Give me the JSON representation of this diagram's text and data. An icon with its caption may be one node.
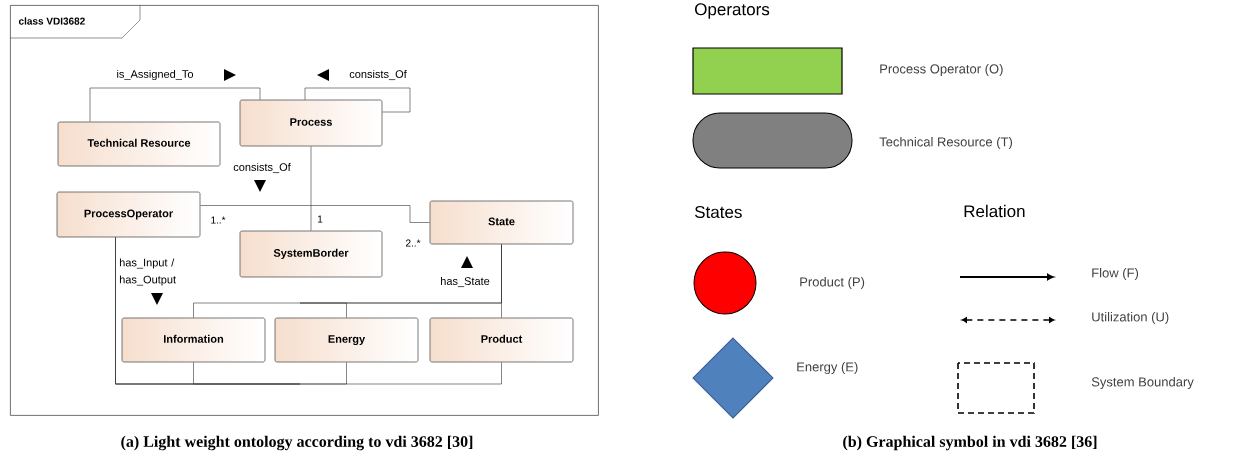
{
  "diagram": {
    "nodes": [
      {
        "text": [
          "class VDI3682"
        ]
      },
      {
        "text": [
          "Process"
        ],
        "in": 0
      },
      {
        "text": [
          "Technical Resource"
        ],
        "in": 0
      },
      {
        "text": [
          "ProcessOperator"
        ],
        "in": 0
      },
      {
        "text": [
          "State"
        ],
        "in": 0
      },
      {
        "text": [
          "SystemBorder"
        ],
        "in": 0
      },
      {
        "text": [
          "Information"
        ],
        "in": 0
      },
      {
        "text": [
          "Energy"
        ],
        "in": 0
      },
      {
        "text": [
          "Product"
        ],
        "in": 0
      }
    ],
    "edges": [
      {
        "from": 2,
        "to": 1,
        "arrow": "none",
        "label": "is_Assigned_To"
      },
      {
        "from": 1,
        "to": 1,
        "arrow": "none",
        "label": "consists_Of"
      },
      {
        "from": 1,
        "to": 5,
        "arrow": "none",
        "label": "consists_Of"
      },
      {
        "from": 3,
        "to": 4,
        "arrow": "none"
      },
      {
        "from": 3,
        "to": 6,
        "arrow": "none",
        "label": "has_Input / has_Output"
      },
      {
        "from": 3,
        "to": 7,
        "arrow": "none"
      },
      {
        "from": 3,
        "to": 8,
        "arrow": "none"
      },
      {
        "from": 4,
        "to": 6,
        "arrow": "none"
      },
      {
        "from": 4,
        "to": 7,
        "arrow": "none"
      },
      {
        "from": 4,
        "to": 8,
        "arrow": "none",
        "label": "has_State"
      }
    ],
    "labels": [
      "1..*",
      "1",
      "2..*",
      "Operators",
      "States",
      "Relation",
      "(a) Light weight ontology according to vdi 3682 [30]",
      "(b) Graphical symbol in vdi 3682 [36]"
    ],
    "legend": [
      {
        "text": "Process Operator (O)",
        "color": "#92d050"
      },
      {
        "text": "Technical Resource (T)",
        "color": "#808080"
      },
      {
        "text": "Product (P)",
        "color": "#ff0000"
      },
      {
        "text": "Energy (E)",
        "color": "#4f81bd"
      },
      {
        "text": "Flow (F)"
      },
      {
        "text": "Utilization (U)"
      },
      {
        "text": "System Boundary"
      }
    ]
  }
}
